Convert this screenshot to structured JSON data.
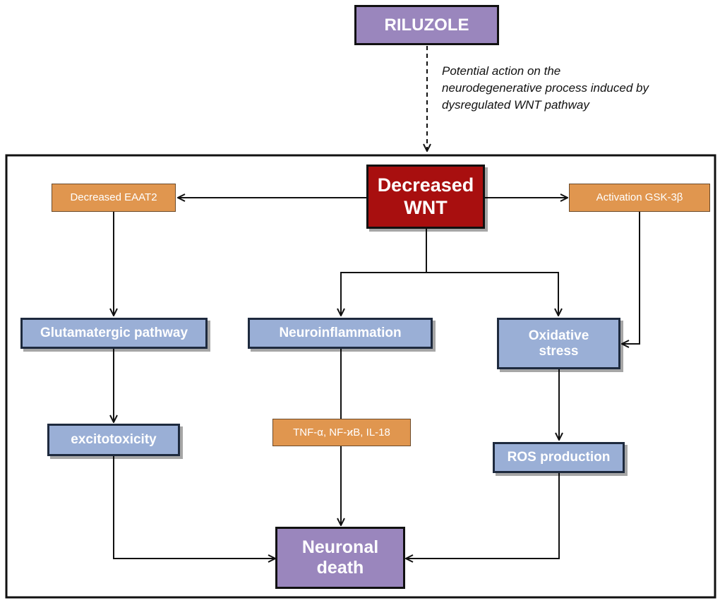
{
  "nodes": {
    "riluzole": "RILUZOLE",
    "decreased_wnt": [
      "Decreased",
      "WNT"
    ],
    "decreased_eaat2": "Decreased EAAT2",
    "activation_gsk3b": "Activation GSK-3β",
    "glutamatergic": "Glutamatergic pathway",
    "neuroinflammation": "Neuroinflammation",
    "oxidative_stress": [
      "Oxidative",
      "stress"
    ],
    "excitotoxicity": "excitotoxicity",
    "cytokines": "TNF-α, NF-ϰB, IL-18",
    "ros": "ROS production",
    "neuronal_death": [
      "Neuronal",
      "death"
    ]
  },
  "annotation": [
    "Potential  action  on the",
    "neurodegenerative  process induced by",
    "dysregulated  WNT pathway"
  ],
  "colors": {
    "blue_box": "#9aafd6",
    "orange_box": "#e0964f",
    "purple_box": "#9a86bd",
    "red_box": "#a80f0f",
    "line": "#111111"
  }
}
